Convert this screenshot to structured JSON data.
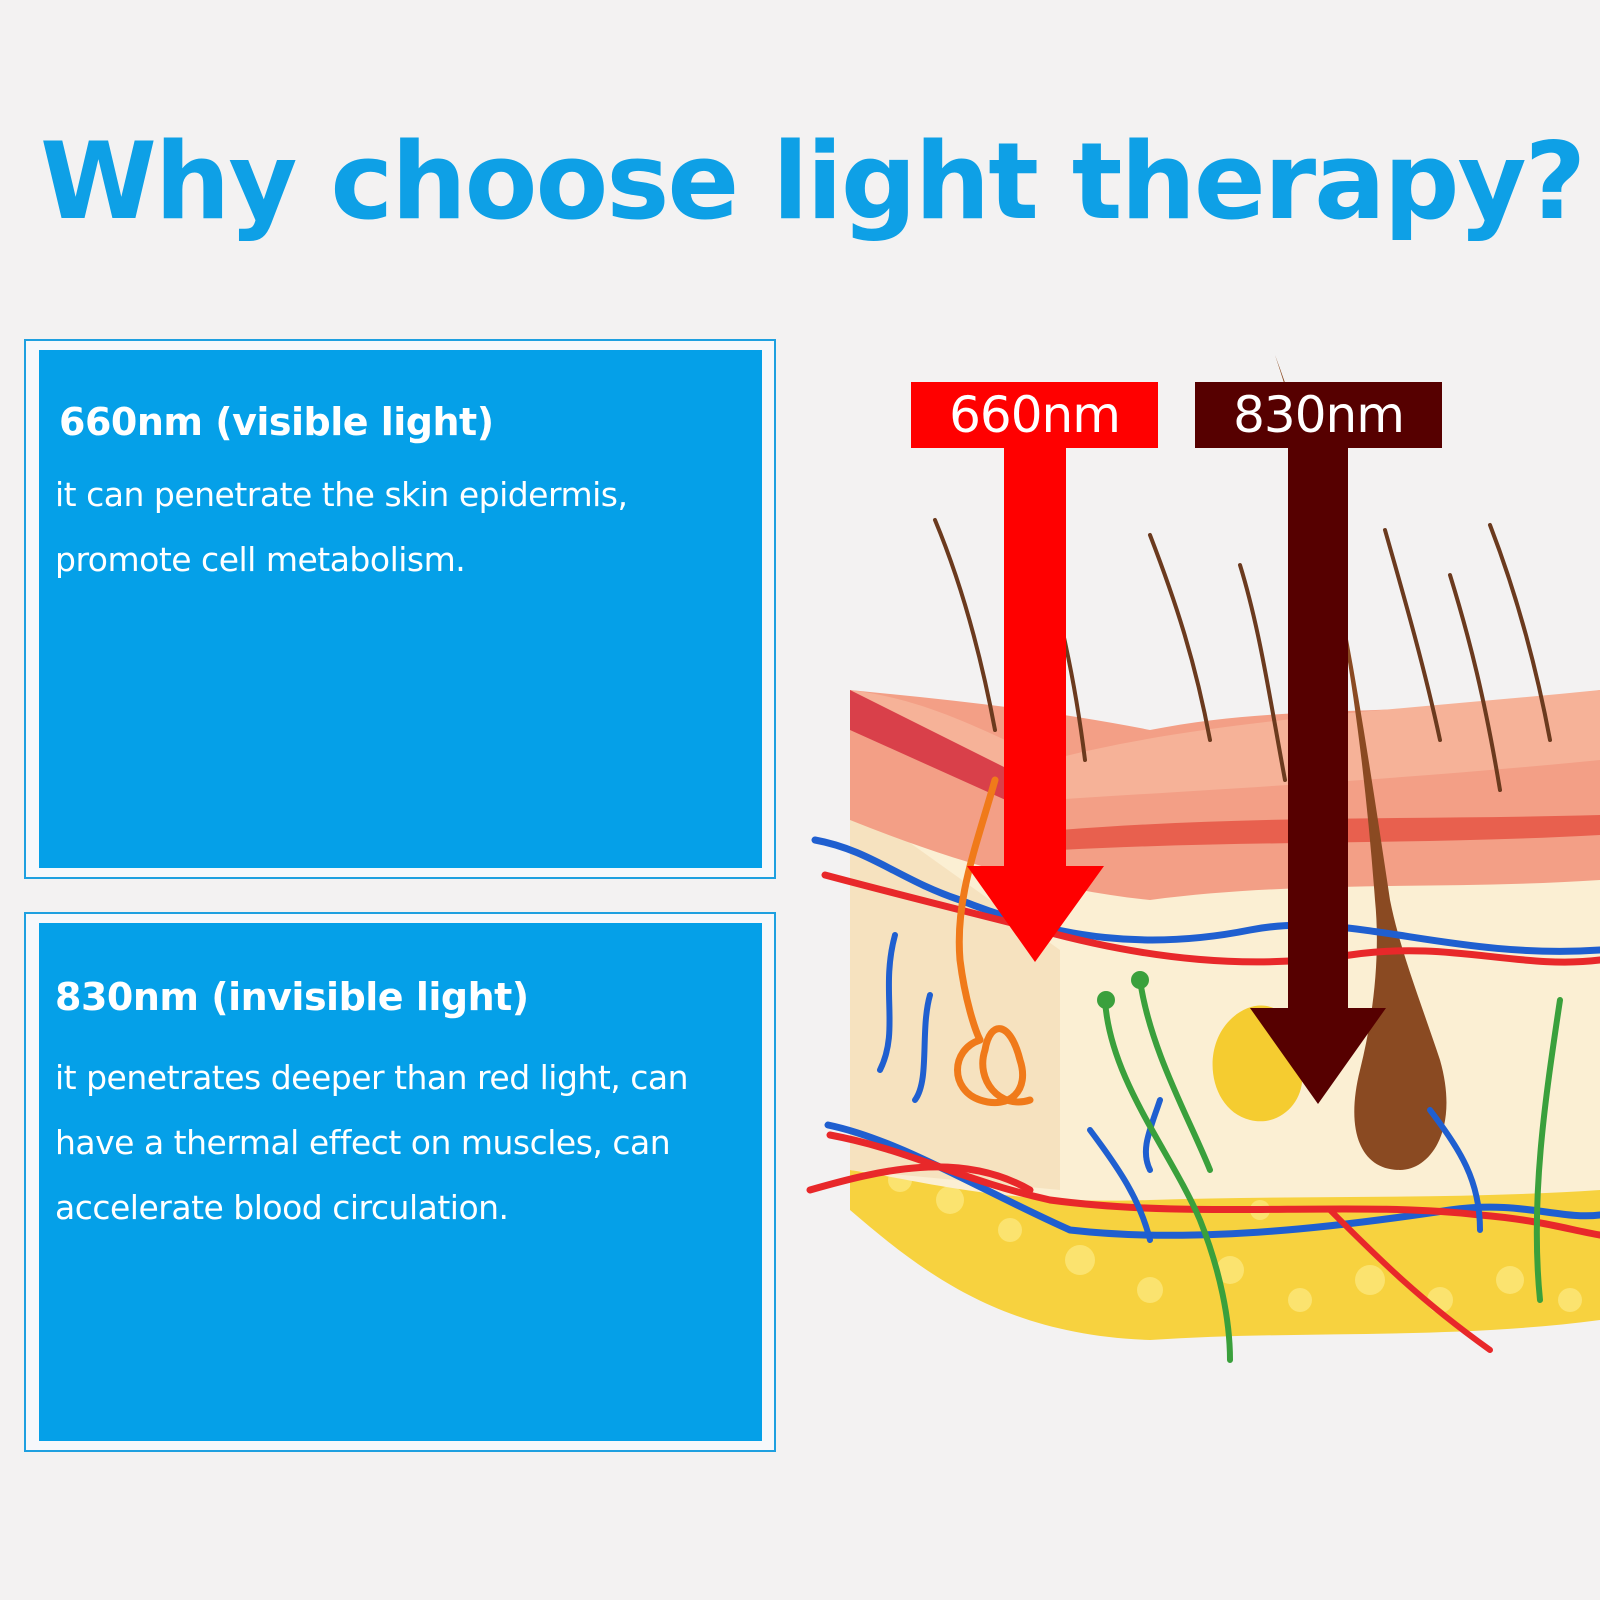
{
  "title": "Why choose light therapy?",
  "cards": [
    {
      "heading": "660nm (visible light)",
      "body": "it can penetrate the skin epidermis, promote cell metabolism."
    },
    {
      "heading": "830nm (invisible light)",
      "body": "it penetrates deeper than red light, can have a thermal effect on muscles, can accelerate blood circulation."
    }
  ],
  "wavelength_labels": [
    {
      "label": "660nm",
      "color": "#ff0000"
    },
    {
      "label": "830nm",
      "color": "#560000"
    }
  ],
  "colors": {
    "title": "#0ea0e6",
    "card_fill": "#05a0e8",
    "background": "#f3f2f2"
  }
}
